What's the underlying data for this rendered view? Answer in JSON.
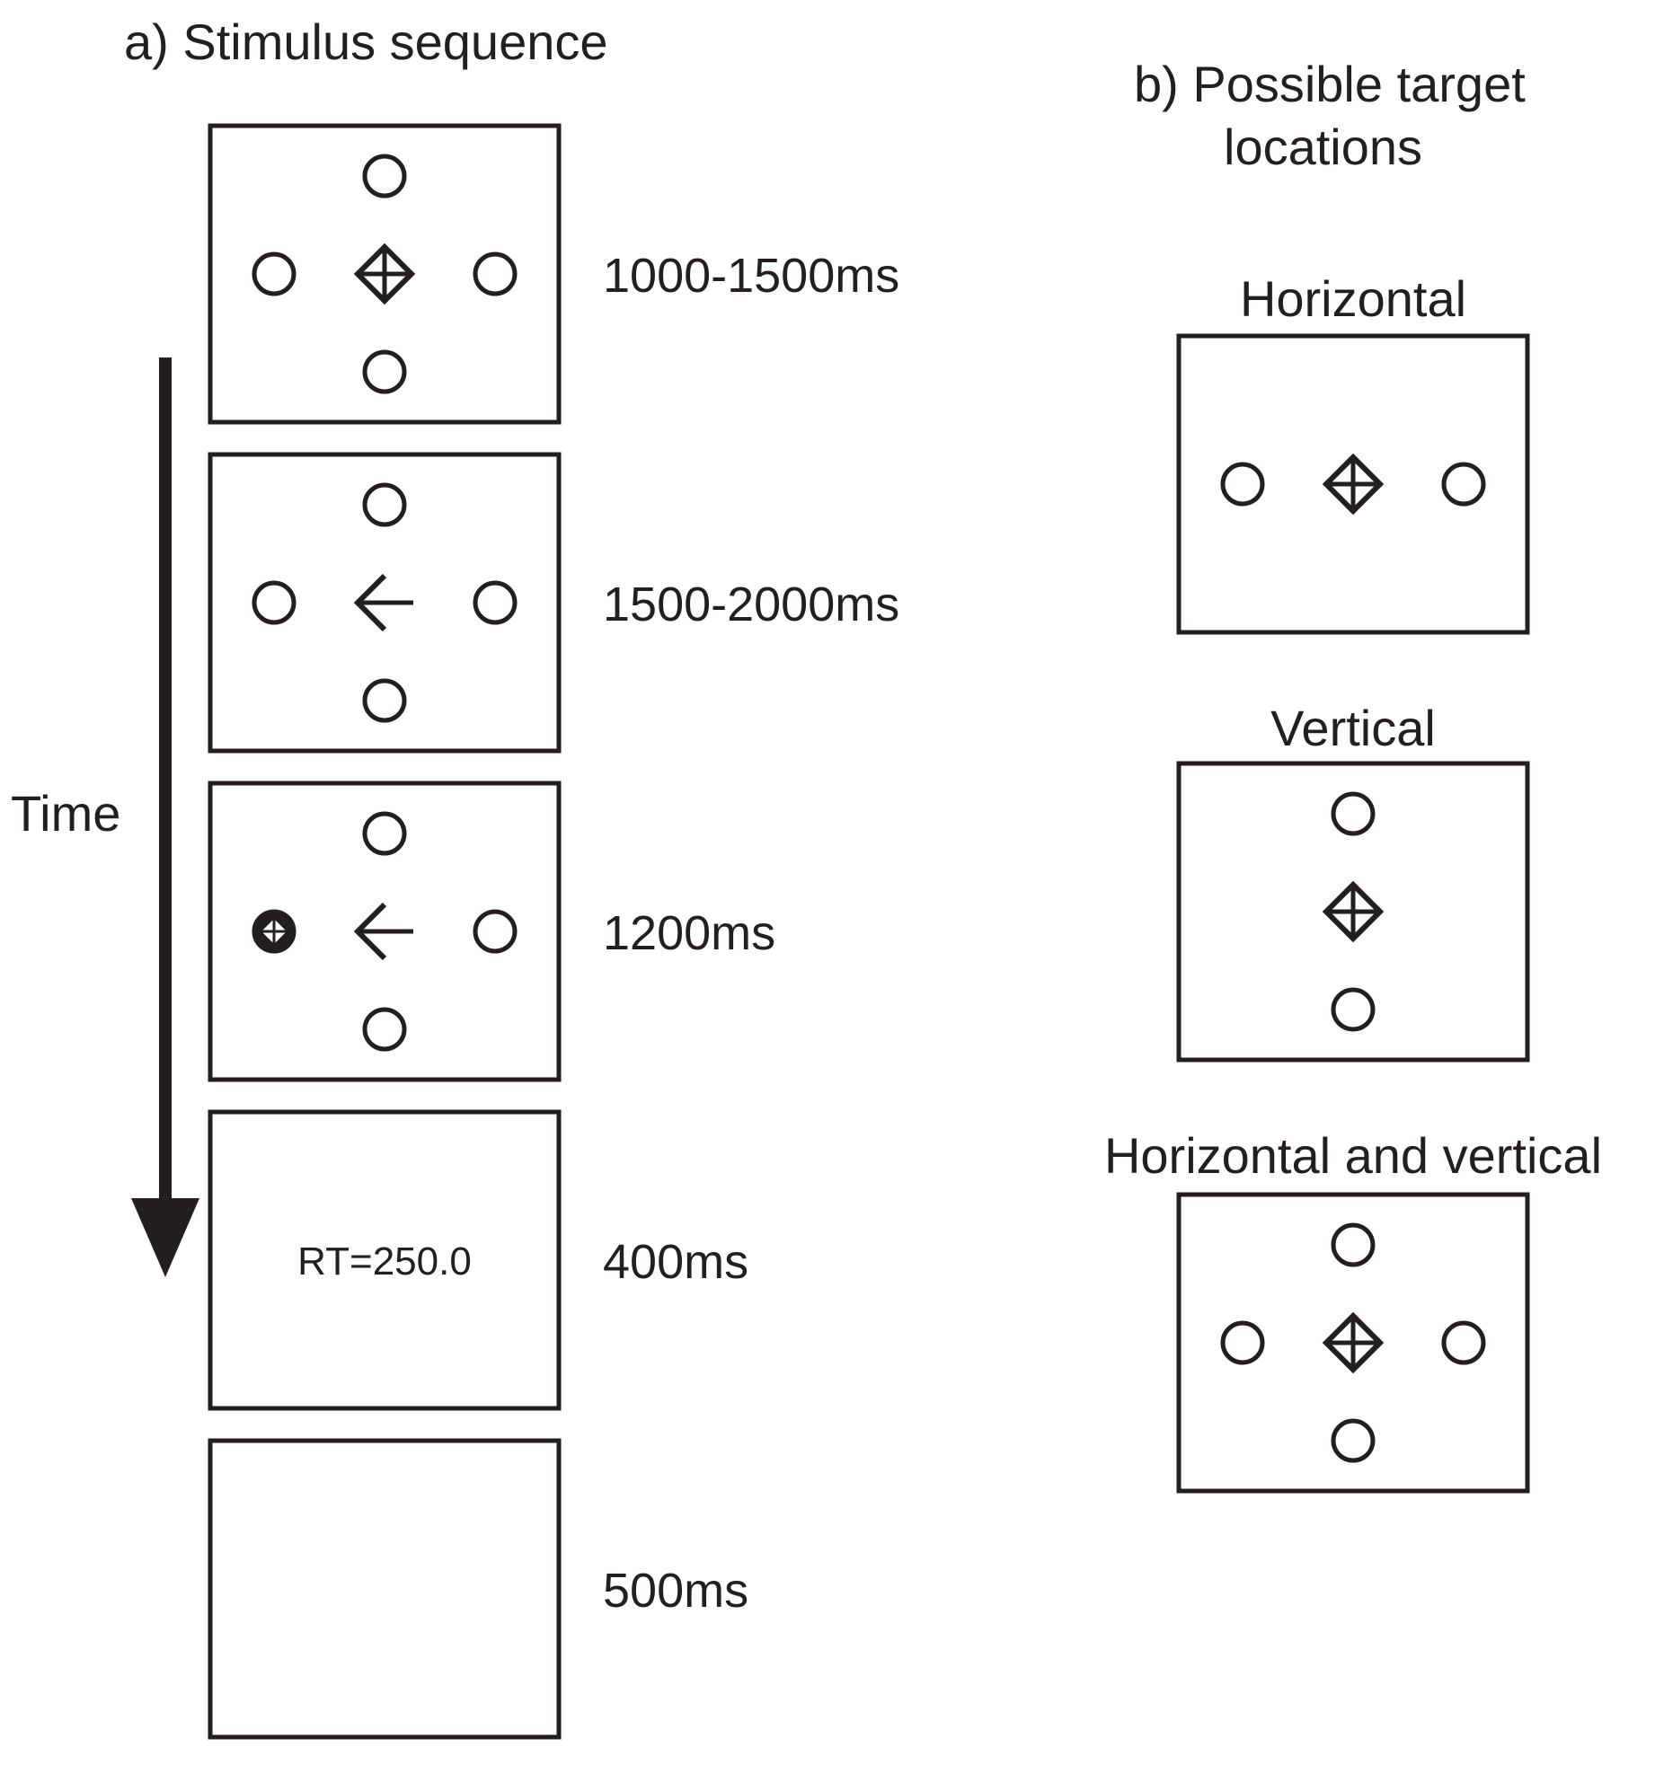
{
  "panel_a": {
    "title": "a)  Stimulus sequence",
    "time_label": "Time",
    "frames": [
      {
        "duration": "1000-1500ms",
        "fixation": "diamond-cross",
        "placeholders": [
          "top",
          "left",
          "right",
          "bottom"
        ],
        "target": null,
        "text": ""
      },
      {
        "duration": "1500-2000ms",
        "fixation": "left-arrow",
        "placeholders": [
          "top",
          "left",
          "right",
          "bottom"
        ],
        "target": null,
        "text": ""
      },
      {
        "duration": "1200ms",
        "fixation": "left-arrow",
        "placeholders": [
          "top",
          "left",
          "right",
          "bottom"
        ],
        "target": "left",
        "text": ""
      },
      {
        "duration": "400ms",
        "fixation": "none",
        "placeholders": [],
        "target": null,
        "text": "RT=250.0"
      },
      {
        "duration": "500ms",
        "fixation": "none",
        "placeholders": [],
        "target": null,
        "text": ""
      }
    ]
  },
  "panel_b": {
    "title_line1": "b)  Possible target",
    "title_line2": "locations",
    "conditions": [
      {
        "label": "Horizontal",
        "placeholders": [
          "left",
          "right"
        ]
      },
      {
        "label": "Vertical",
        "placeholders": [
          "top",
          "bottom"
        ]
      },
      {
        "label": "Horizontal and vertical",
        "placeholders": [
          "top",
          "left",
          "right",
          "bottom"
        ]
      }
    ]
  },
  "colors": {
    "ink": "#231f20",
    "background": "#ffffff"
  }
}
